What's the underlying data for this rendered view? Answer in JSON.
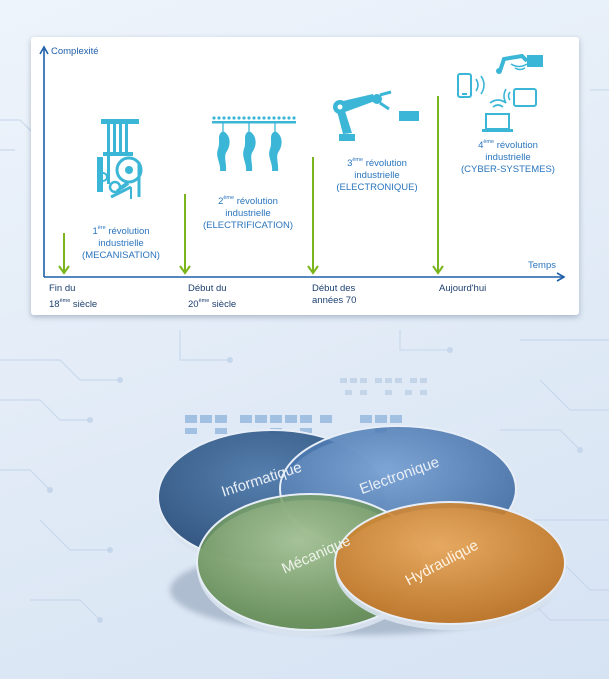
{
  "timeline": {
    "y_axis_label": "Complexité",
    "x_axis_label": "Temps",
    "revolutions": [
      {
        "num": "1",
        "sup": "ère",
        "word": "révolution",
        "line2": "industrielle",
        "line3": "(MECANISATION)",
        "date_l1": "Fin du",
        "date_pre": "18",
        "date_sup": "ème",
        "date_post": " siècle"
      },
      {
        "num": "2",
        "sup": "ème",
        "word": "révolution",
        "line2": "industrielle",
        "line3": "(ELECTRIFICATION)",
        "date_l1": "Début du",
        "date_pre": "20",
        "date_sup": "ème",
        "date_post": " siècle"
      },
      {
        "num": "3",
        "sup": "ème",
        "word": "révolution",
        "line2": "industrielle",
        "line3": "(ELECTRONIQUE)",
        "date_l1": "Début des",
        "date_pre": "années 70",
        "date_sup": "",
        "date_post": ""
      },
      {
        "num": "4",
        "sup": "ème",
        "word": "révolution",
        "line2": "industrielle",
        "line3": "(CYBER-SYSTEMES)",
        "date_l1": "Aujourd'hui",
        "date_pre": "",
        "date_sup": "",
        "date_post": ""
      }
    ],
    "colors": {
      "axis": "#1f5fa8",
      "arrow": "#7ab51d",
      "icon": "#3cb6d6",
      "text": "#2a75bd"
    }
  },
  "venn": {
    "circles": [
      {
        "label": "Informatique",
        "color": "#2f5b8c"
      },
      {
        "label": "Electronique",
        "color": "#3f74b8"
      },
      {
        "label": "Mécanique",
        "color": "#5e8a4a"
      },
      {
        "label": "Hydraulique",
        "color": "#c87a1e"
      }
    ]
  }
}
